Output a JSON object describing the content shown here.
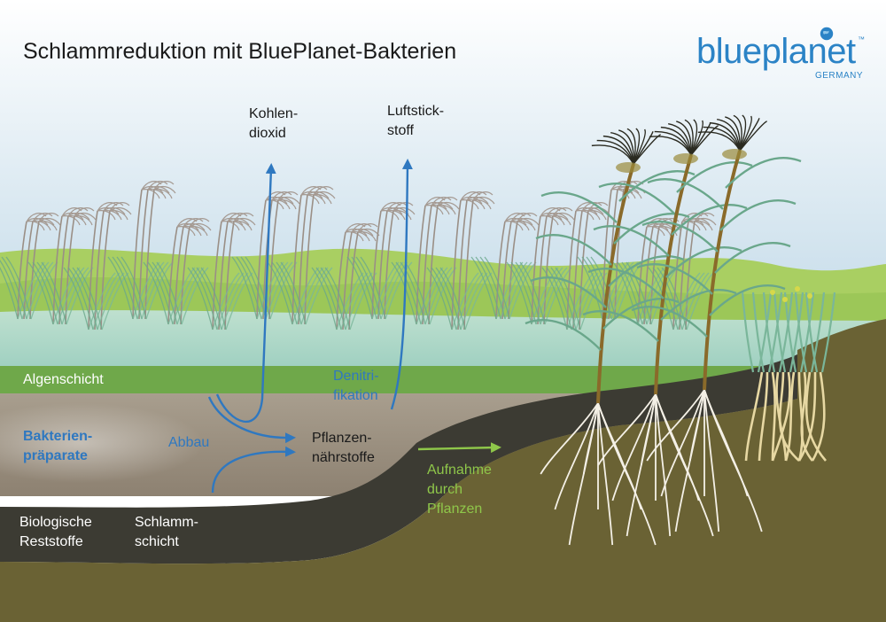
{
  "title": "Schlammreduktion mit BluePlanet-Bakterien",
  "logo": {
    "word": "blueplanet",
    "sub": "GERMANY",
    "tm": "™"
  },
  "labels": {
    "kohlendioxid_1": "Kohlen-",
    "kohlendioxid_2": "dioxid",
    "luftstickstoff_1": "Luftstick-",
    "luftstickstoff_2": "stoff",
    "algenschicht": "Algenschicht",
    "denitrifikation_1": "Denitri-",
    "denitrifikation_2": "fikation",
    "bakterien_1": "Bakterien-",
    "bakterien_2": "präparate",
    "abbau": "Abbau",
    "pflanzen_1": "Pflanzen-",
    "pflanzen_2": "nährstoffe",
    "aufnahme_1": "Aufnahme",
    "aufnahme_2": "durch",
    "aufnahme_3": "Pflanzen",
    "biologische_1": "Biologische",
    "biologische_2": "Reststoffe",
    "schlamm_1": "Schlamm-",
    "schlamm_2": "schicht"
  },
  "colors": {
    "sky_top": "#ffffff",
    "sky_bottom": "#c6dcea",
    "hill": "#a9cf62",
    "water": "#c5e2d2",
    "algae": "#6fa84a",
    "sediment": "#9b8f7d",
    "sludge": "#3c3b33",
    "soil": "#6a6234",
    "blue_arrow": "#2f78c0",
    "green_arrow": "#8fc74a",
    "reed_leaf": "#6aa78b",
    "reed_stem": "#8a6a2a",
    "root": "#f4f0e6"
  }
}
